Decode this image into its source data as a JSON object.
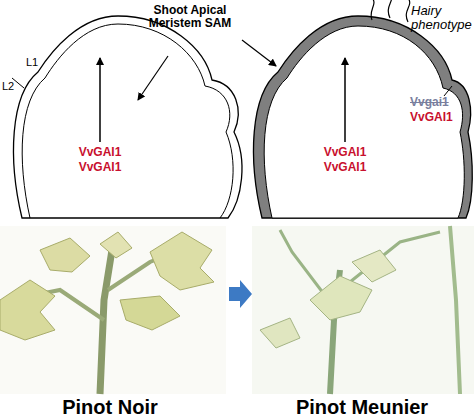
{
  "diagram": {
    "labels": [
      "L1",
      "L2",
      "Shoot Apical Meristem SAM",
      "VvGAI1",
      "VvGAI1",
      "Hairy phenotype",
      "Vvgai1",
      "VvGAI1",
      "VvGAI1",
      "VvGAI1",
      "Pinot Noir",
      "Pinot Meunier"
    ]
  }
}
